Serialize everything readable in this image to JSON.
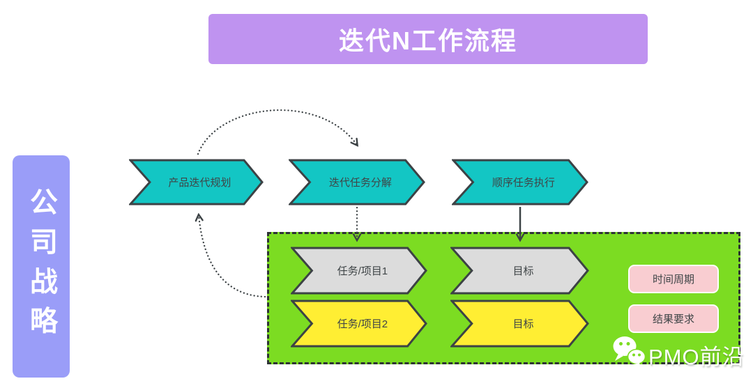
{
  "title": {
    "label": "迭代N工作流程"
  },
  "strategy": {
    "label": "公司战略"
  },
  "flow": {
    "steps": [
      {
        "label": "产品迭代规划"
      },
      {
        "label": "迭代任务分解"
      },
      {
        "label": "顺序任务执行"
      }
    ]
  },
  "iteration_box": {
    "rows": [
      {
        "task": "任务/项目1",
        "goal": "目标",
        "color_key": "gray"
      },
      {
        "task": "任务/项目2",
        "goal": "目标",
        "color_key": "yellow"
      }
    ],
    "cards": [
      {
        "label": "时间周期"
      },
      {
        "label": "结果要求"
      }
    ]
  },
  "watermark": {
    "icon": "wechat-icon",
    "label": "PMO前沿"
  },
  "colors": {
    "title_bg": "#bf93f0",
    "strategy_bg": "#9a9df8",
    "step_fill": "#13c6c4",
    "gray": "#dcdcdc",
    "yellow": "#ffee33",
    "box_bg": "#7cdc22",
    "card_bg": "#f9cdd1",
    "stroke": "#3c4245",
    "text_dark": "#3f4547"
  }
}
